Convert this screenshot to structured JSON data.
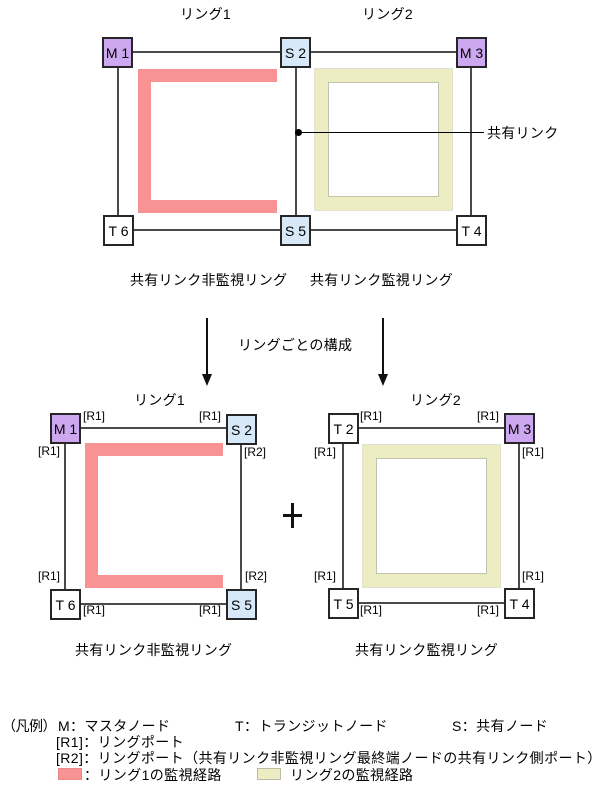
{
  "colors": {
    "master_node": "#cda7ef",
    "shared_node": "#d7e9f8",
    "transit_node": "#ffffff",
    "ring1_path": "#f99393",
    "ring2_path": "#ededc3"
  },
  "top_diagram": {
    "ring1_title": "リング1",
    "ring2_title": "リング2",
    "nodes": {
      "m1": "M 1",
      "s2": "S 2",
      "m3": "M 3",
      "t6": "T 6",
      "s5": "S 5",
      "t4": "T 4"
    },
    "shared_link_label": "共有リンク",
    "caption_left": "共有リンク非監視リング",
    "caption_right": "共有リンク監視リング"
  },
  "transition": {
    "label": "リングごとの構成"
  },
  "ring1_diagram": {
    "title": "リング1",
    "nodes": {
      "m1": "M 1",
      "s2": "S 2",
      "t6": "T 6",
      "s5": "S 5"
    },
    "ports": {
      "r1": "[R1]",
      "r2": "[R2]"
    },
    "caption": "共有リンク非監視リング"
  },
  "plus_sign": "+",
  "ring2_diagram": {
    "title": "リング2",
    "nodes": {
      "t2": "T 2",
      "m3": "M 3",
      "t5": "T 5",
      "t4": "T 4"
    },
    "ports": {
      "r1": "[R1]"
    },
    "caption": "共有リンク監視リング"
  },
  "legend": {
    "title": "（凡例）",
    "m": "M：マスタノード",
    "t": "T：トランジットノード",
    "s": "S：共有ノード",
    "r1": "[R1]：リングポート",
    "r2": "[R2]：リングポート（共有リンク非監視リング最終端ノードの共有リンク側ポート）",
    "pink_label": "：リング1の監視経路",
    "yellow_label": "リング2の監視経路"
  }
}
